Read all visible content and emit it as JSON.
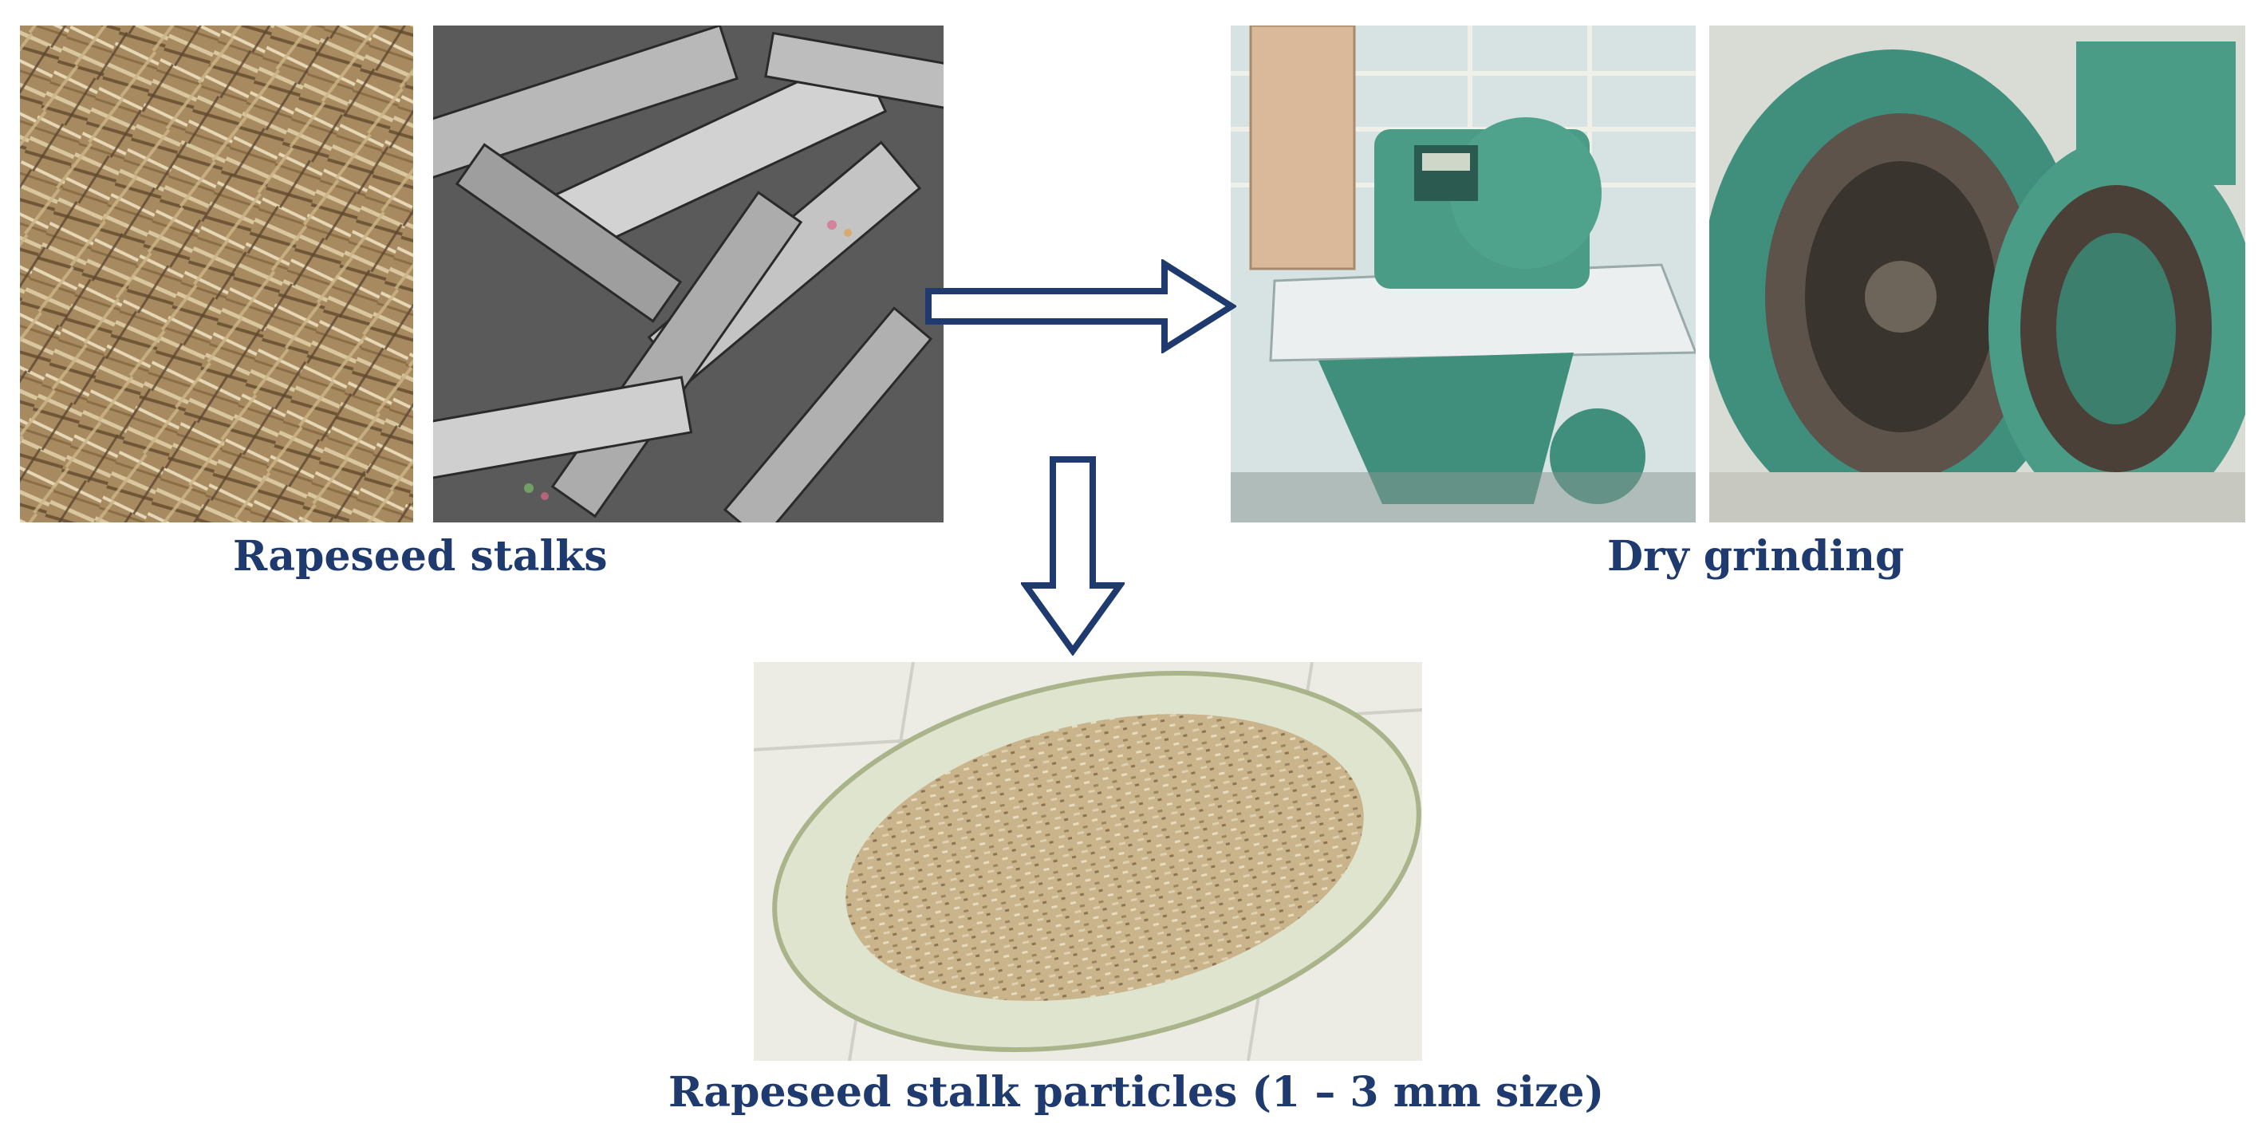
{
  "captions": {
    "stalks": "Rapeseed stalks",
    "grinding": "Dry grinding",
    "particles": "Rapeseed stalk particles (1 – 3 mm size)"
  },
  "colors": {
    "caption_text": "#1f3a6e",
    "arrow_outline": "#1f3a6e"
  }
}
